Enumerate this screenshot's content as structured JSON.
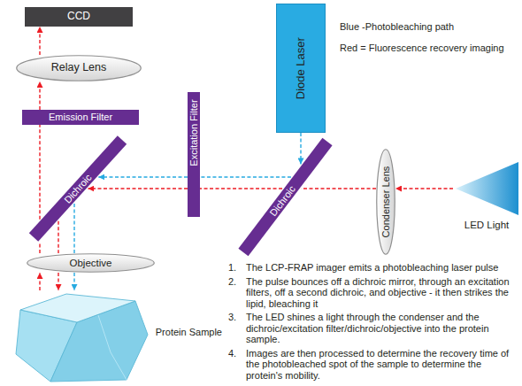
{
  "diagram": {
    "nodes": [
      {
        "text": [
          "CCD"
        ]
      },
      {
        "text": [
          "Relay Lens"
        ]
      },
      {
        "text": [
          "Emission Filter"
        ]
      },
      {
        "text": [
          "Dichroic"
        ]
      },
      {
        "text": [
          "Excitation Filter"
        ]
      },
      {
        "text": [
          "Dichroic"
        ]
      },
      {
        "text": [
          "Diode Laser"
        ]
      },
      {
        "text": [
          "Condenser Lens"
        ]
      },
      {
        "text": [
          "LED Light"
        ]
      },
      {
        "text": [
          "Objective"
        ]
      },
      {
        "text": [
          "Protein Sample"
        ]
      }
    ],
    "edges": [
      {
        "from": 6,
        "to": 5,
        "arrow": "to"
      },
      {
        "from": 5,
        "to": 4,
        "arrow": "none"
      },
      {
        "from": 4,
        "to": 3,
        "arrow": "to"
      },
      {
        "from": 3,
        "to": 9,
        "arrow": "none"
      },
      {
        "from": 9,
        "to": 10,
        "arrow": "to"
      },
      {
        "from": 8,
        "to": 7,
        "arrow": "to"
      },
      {
        "from": 7,
        "to": 5,
        "arrow": "none"
      },
      {
        "from": 5,
        "to": 4,
        "arrow": "none"
      },
      {
        "from": 4,
        "to": 3,
        "arrow": "to"
      },
      {
        "from": 3,
        "to": 9,
        "arrow": "none"
      },
      {
        "from": 9,
        "to": 10,
        "arrow": "to"
      },
      {
        "from": 10,
        "to": 9,
        "arrow": "to"
      },
      {
        "from": 9,
        "to": 3,
        "arrow": "none"
      },
      {
        "from": 3,
        "to": 2,
        "arrow": "none"
      },
      {
        "from": 2,
        "to": 1,
        "arrow": "to"
      },
      {
        "from": 1,
        "to": 0,
        "arrow": "to"
      }
    ],
    "labels": [
      "Blue -Photobleaching path",
      "Red = Fluorescence recovery imaging",
      "1.",
      "The LCP-FRAP imager emits a photobleaching laser pulse",
      "2.",
      "The pulse bounces off a dichroic mirror, through an excitation filters, off a second dichroic, and objective - it then strikes the lipid, bleaching it",
      "3.",
      "The LED shines a light through the condenser and the dichroic/excitation filter/dichroic/objective into the protein sample.",
      "4.",
      "Images are then processed to determine the recovery time of the photobleached spot of the sample to determine the protein's mobility."
    ]
  }
}
